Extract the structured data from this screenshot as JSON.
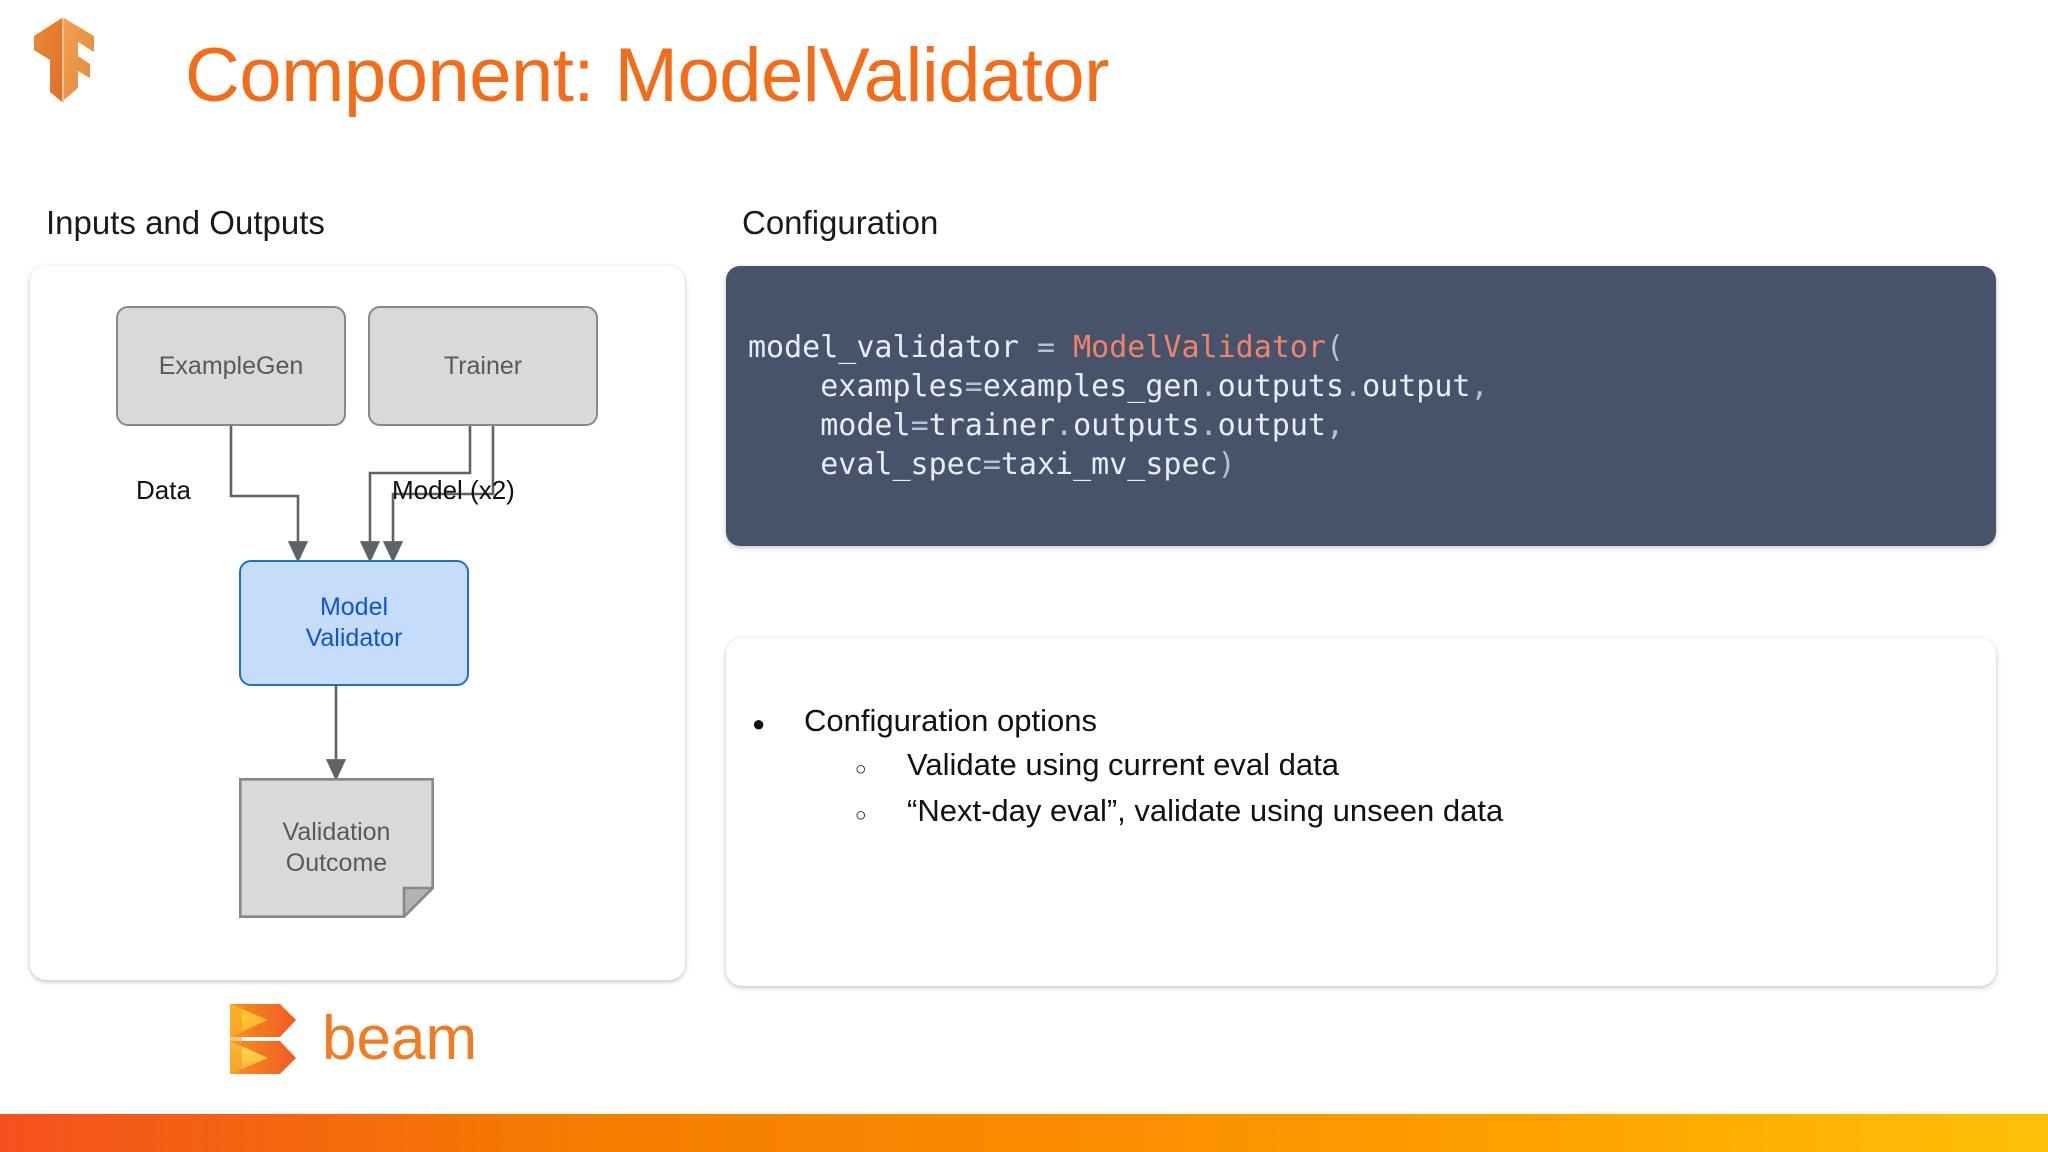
{
  "slide": {
    "title": "Component: ModelValidator",
    "title_color": "#f26c19",
    "logo_name": "tensorflow-extended-logo"
  },
  "sections": {
    "inputs_outputs_heading": "Inputs and Outputs",
    "configuration_heading": "Configuration"
  },
  "diagram": {
    "nodes": [
      {
        "id": "examplegen",
        "label": "ExampleGen",
        "type": "process",
        "fill": "#d9d9d9",
        "stroke": "#888888",
        "text_color": "#595959"
      },
      {
        "id": "trainer",
        "label": "Trainer",
        "type": "process",
        "fill": "#d9d9d9",
        "stroke": "#888888",
        "text_color": "#595959"
      },
      {
        "id": "validator",
        "label_line1": "Model",
        "label_line2": "Validator",
        "type": "process-highlight",
        "fill": "#c5ddfb",
        "stroke": "#1a73c8",
        "text_color": "#1155cc"
      },
      {
        "id": "outcome",
        "label_line1": "Validation",
        "label_line2": "Outcome",
        "type": "document",
        "fill": "#d9d9d9",
        "stroke": "#888888",
        "text_color": "#595959"
      }
    ],
    "edge_labels": {
      "data": "Data",
      "model": "Model (x2)"
    }
  },
  "code": {
    "background": "#46536b",
    "lines": [
      [
        {
          "t": "model_validator",
          "c": "plain"
        },
        {
          "t": " ",
          "c": "plain"
        },
        {
          "t": "=",
          "c": "op"
        },
        {
          "t": " ",
          "c": "plain"
        },
        {
          "t": "ModelValidator",
          "c": "class"
        },
        {
          "t": "(",
          "c": "punct"
        }
      ],
      [
        {
          "t": "    examples",
          "c": "plain"
        },
        {
          "t": "=",
          "c": "op"
        },
        {
          "t": "examples_gen",
          "c": "plain"
        },
        {
          "t": ".",
          "c": "punct"
        },
        {
          "t": "outputs",
          "c": "plain"
        },
        {
          "t": ".",
          "c": "punct"
        },
        {
          "t": "output",
          "c": "plain"
        },
        {
          "t": ",",
          "c": "punct"
        }
      ],
      [
        {
          "t": "    model",
          "c": "plain"
        },
        {
          "t": "=",
          "c": "op"
        },
        {
          "t": "trainer",
          "c": "plain"
        },
        {
          "t": ".",
          "c": "punct"
        },
        {
          "t": "outputs",
          "c": "plain"
        },
        {
          "t": ".",
          "c": "punct"
        },
        {
          "t": "output",
          "c": "plain"
        },
        {
          "t": ",",
          "c": "punct"
        }
      ],
      [
        {
          "t": "    eval_spec",
          "c": "plain"
        },
        {
          "t": "=",
          "c": "op"
        },
        {
          "t": "taxi_mv_spec",
          "c": "plain"
        },
        {
          "t": ")",
          "c": "punct"
        }
      ]
    ],
    "plain_text": "model_validator = ModelValidator(\n    examples=examples_gen.outputs.output,\n    model=trainer.outputs.output,\n    eval_spec=taxi_mv_spec)"
  },
  "bullets": [
    {
      "level": 1,
      "marker": "●",
      "text": "Configuration options"
    },
    {
      "level": 2,
      "marker": "○",
      "text": "Validate using current eval data"
    },
    {
      "level": 2,
      "marker": "○",
      "text": "“Next-day eval”, validate using unseen data"
    }
  ],
  "footer": {
    "beam_wordmark": "beam",
    "beam_logo_name": "apache-beam-logo",
    "beam_color": "#f07b22",
    "bar_gradient_from": "#f4511e",
    "bar_gradient_to": "#ffc107"
  }
}
